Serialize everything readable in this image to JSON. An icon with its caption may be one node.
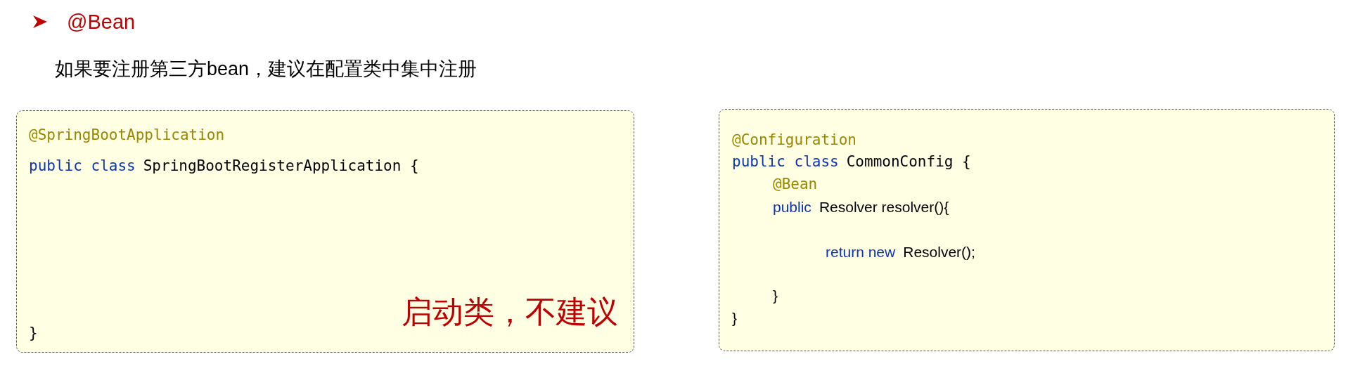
{
  "diagram": {
    "title": "@Bean",
    "nodes": [
      {
        "text": [
          "@SpringBootApplication",
          "public class",
          "SpringBootRegisterApplication {",
          "}",
          "启动类，不建议"
        ]
      },
      {
        "text": [
          "@Configuration",
          "public class",
          "CommonConfig {",
          "@Bean",
          "public",
          "Resolver resolver(){",
          "return new",
          "Resolver();",
          "}",
          "}"
        ]
      }
    ],
    "labels": [
      "如果要注册第三方bean，建议在配置类中集中注册"
    ]
  }
}
